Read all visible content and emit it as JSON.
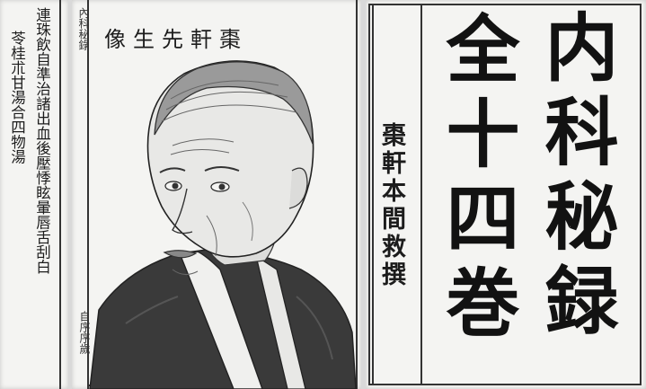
{
  "left_page": {
    "column_1": "連珠飲自準治諸出血後壓悸眩暈唇舌刮白",
    "column_2": "苓桂朮甘湯合四物湯"
  },
  "portrait_page": {
    "title": "像生先軒棗",
    "edge_label_top": "內科秘錄",
    "edge_label_bottom": "自序序歲"
  },
  "title_page": {
    "title_column_1": "内科秘録",
    "title_column_2": "全十四巻",
    "author": "棗軒本間救撰"
  }
}
